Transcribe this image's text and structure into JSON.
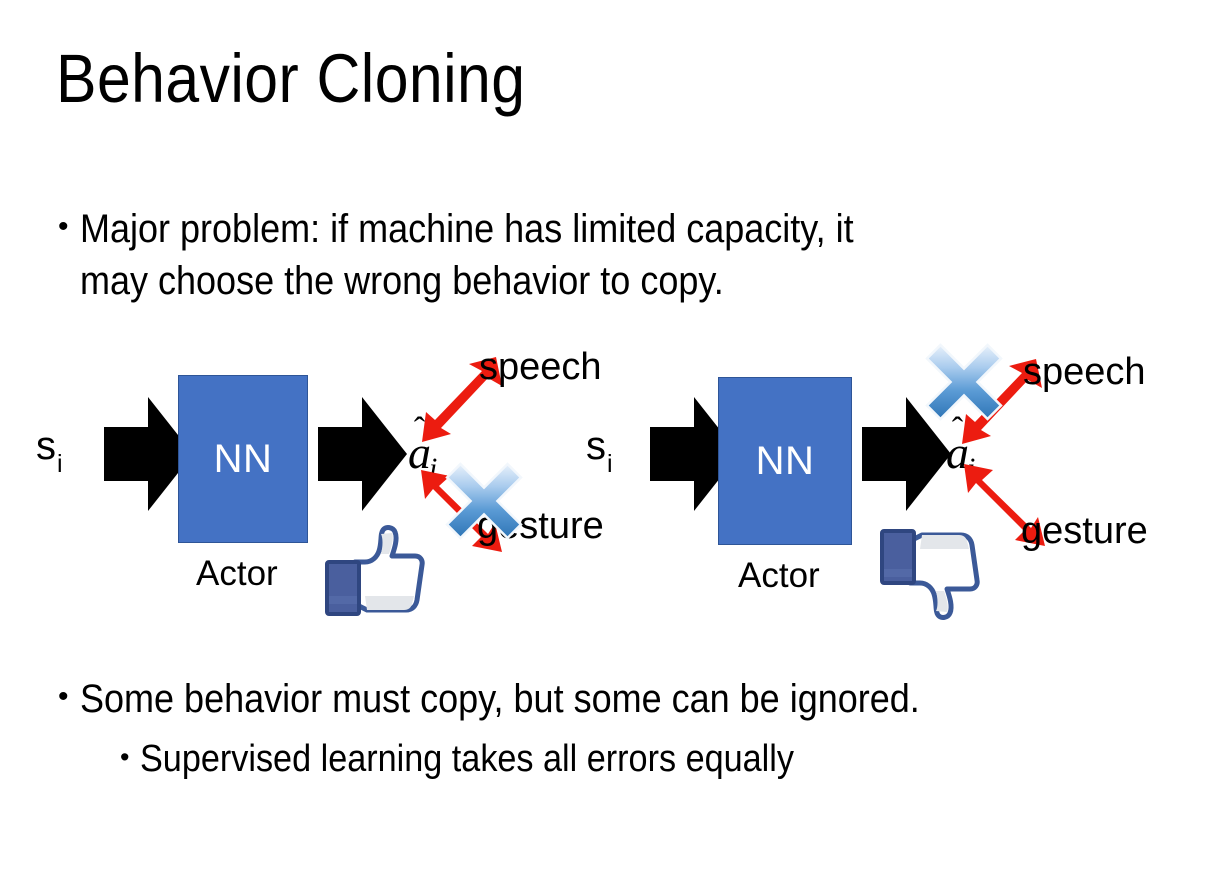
{
  "slide": {
    "title": "Behavior Cloning",
    "background_color": "#FFFFFF"
  },
  "bullets": {
    "top": {
      "marker": "•",
      "text": "Major problem: if machine has limited capacity, it\nmay choose the wrong behavior to copy."
    },
    "bottom_level1": {
      "marker": "•",
      "text": "Some behavior must copy, but some can be ignored."
    },
    "bottom_level2": {
      "marker": "•",
      "text": "Supervised learning takes all errors equally"
    }
  },
  "colors": {
    "nn_box_fill": "#4472C4",
    "nn_box_border": "#2E5597",
    "arrow_black": "#000000",
    "red_arrow": "#EC1C10",
    "cross_blue_light": "#CFE2F7",
    "cross_blue_mid": "#6FA8DC",
    "cross_blue_dark": "#2E75B6",
    "thumb_blue": "#3B5998",
    "thumb_fill": "#FFFFFF",
    "thumb_shadow": "#E3E6EA"
  },
  "diagrams": [
    {
      "id": "left",
      "state_label": "s",
      "state_subscript": "i",
      "nn_label": "NN",
      "actor_label": "Actor",
      "action_label": "a",
      "action_subscript": "i",
      "branches": [
        {
          "name": "speech",
          "label": "speech",
          "position": "upper",
          "crossed": false
        },
        {
          "name": "gesture",
          "label": "gesture",
          "position": "lower",
          "crossed": true
        }
      ],
      "verdict_icon": "thumbs-up",
      "crossed_branch": "gesture"
    },
    {
      "id": "right",
      "state_label": "s",
      "state_subscript": "i",
      "nn_label": "NN",
      "actor_label": "Actor",
      "action_label": "a",
      "action_subscript": "i",
      "branches": [
        {
          "name": "speech",
          "label": "speech",
          "position": "upper",
          "crossed": true
        },
        {
          "name": "gesture",
          "label": "gesture",
          "position": "lower",
          "crossed": false
        }
      ],
      "verdict_icon": "thumbs-down",
      "crossed_branch": "speech"
    }
  ]
}
